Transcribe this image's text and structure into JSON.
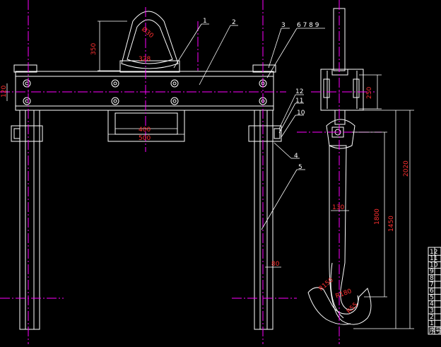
{
  "drawing": {
    "part_labels": {
      "p1": "1",
      "p2": "2",
      "p3": "3",
      "p6789": "6 7 8 9",
      "p12": "12",
      "p11": "11",
      "p10": "10",
      "p4": "4",
      "p5": "5"
    },
    "dimensions": {
      "d350": "350",
      "d328": "328",
      "ring": "Ø30",
      "d120": "120",
      "d400": "400",
      "d500": "500",
      "d80": "80",
      "d250": "250",
      "d2020": "2020",
      "d130": "130",
      "d1800": "1800",
      "d1450": "1450",
      "r150": "R150",
      "r180": "R180",
      "r5550": "R55"
    },
    "table": {
      "rows": [
        "12",
        "11",
        "10",
        "9",
        "8",
        "7",
        "6",
        "5",
        "4",
        "3",
        "2",
        "1"
      ],
      "footer": "序号"
    }
  },
  "colors": {
    "background": "#000000",
    "lines": "#ffffff",
    "centerline": "#ff00ff",
    "dimension_text": "#ff3030"
  }
}
